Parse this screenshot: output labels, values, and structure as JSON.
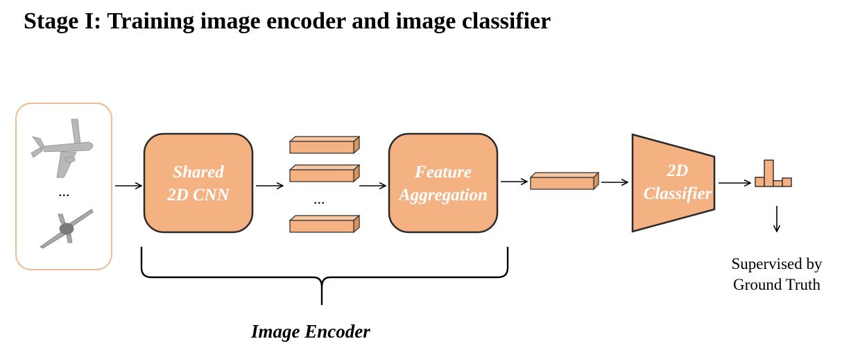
{
  "title": "Stage I: Training image encoder and image classifier",
  "input_panel": {
    "ellipsis": "..."
  },
  "shared_cnn": {
    "line1": "Shared",
    "line2": "2D CNN"
  },
  "feature_maps": {
    "ellipsis": "..."
  },
  "feature_aggregation": {
    "line1": "Feature",
    "line2": "Aggregation"
  },
  "classifier": {
    "line1": "2D",
    "line2": "Classifier"
  },
  "supervision": {
    "line1": "Supervised by",
    "line2": "Ground Truth"
  },
  "encoder_label": "Image Encoder",
  "output_histogram": {
    "values": [
      0.35,
      1.0,
      0.22,
      0.32
    ]
  },
  "colors": {
    "box_fill": "#f4b182",
    "box_stroke": "#2a2a2a",
    "panel_border": "#ecbd98",
    "plane": "#b8b8b8"
  }
}
